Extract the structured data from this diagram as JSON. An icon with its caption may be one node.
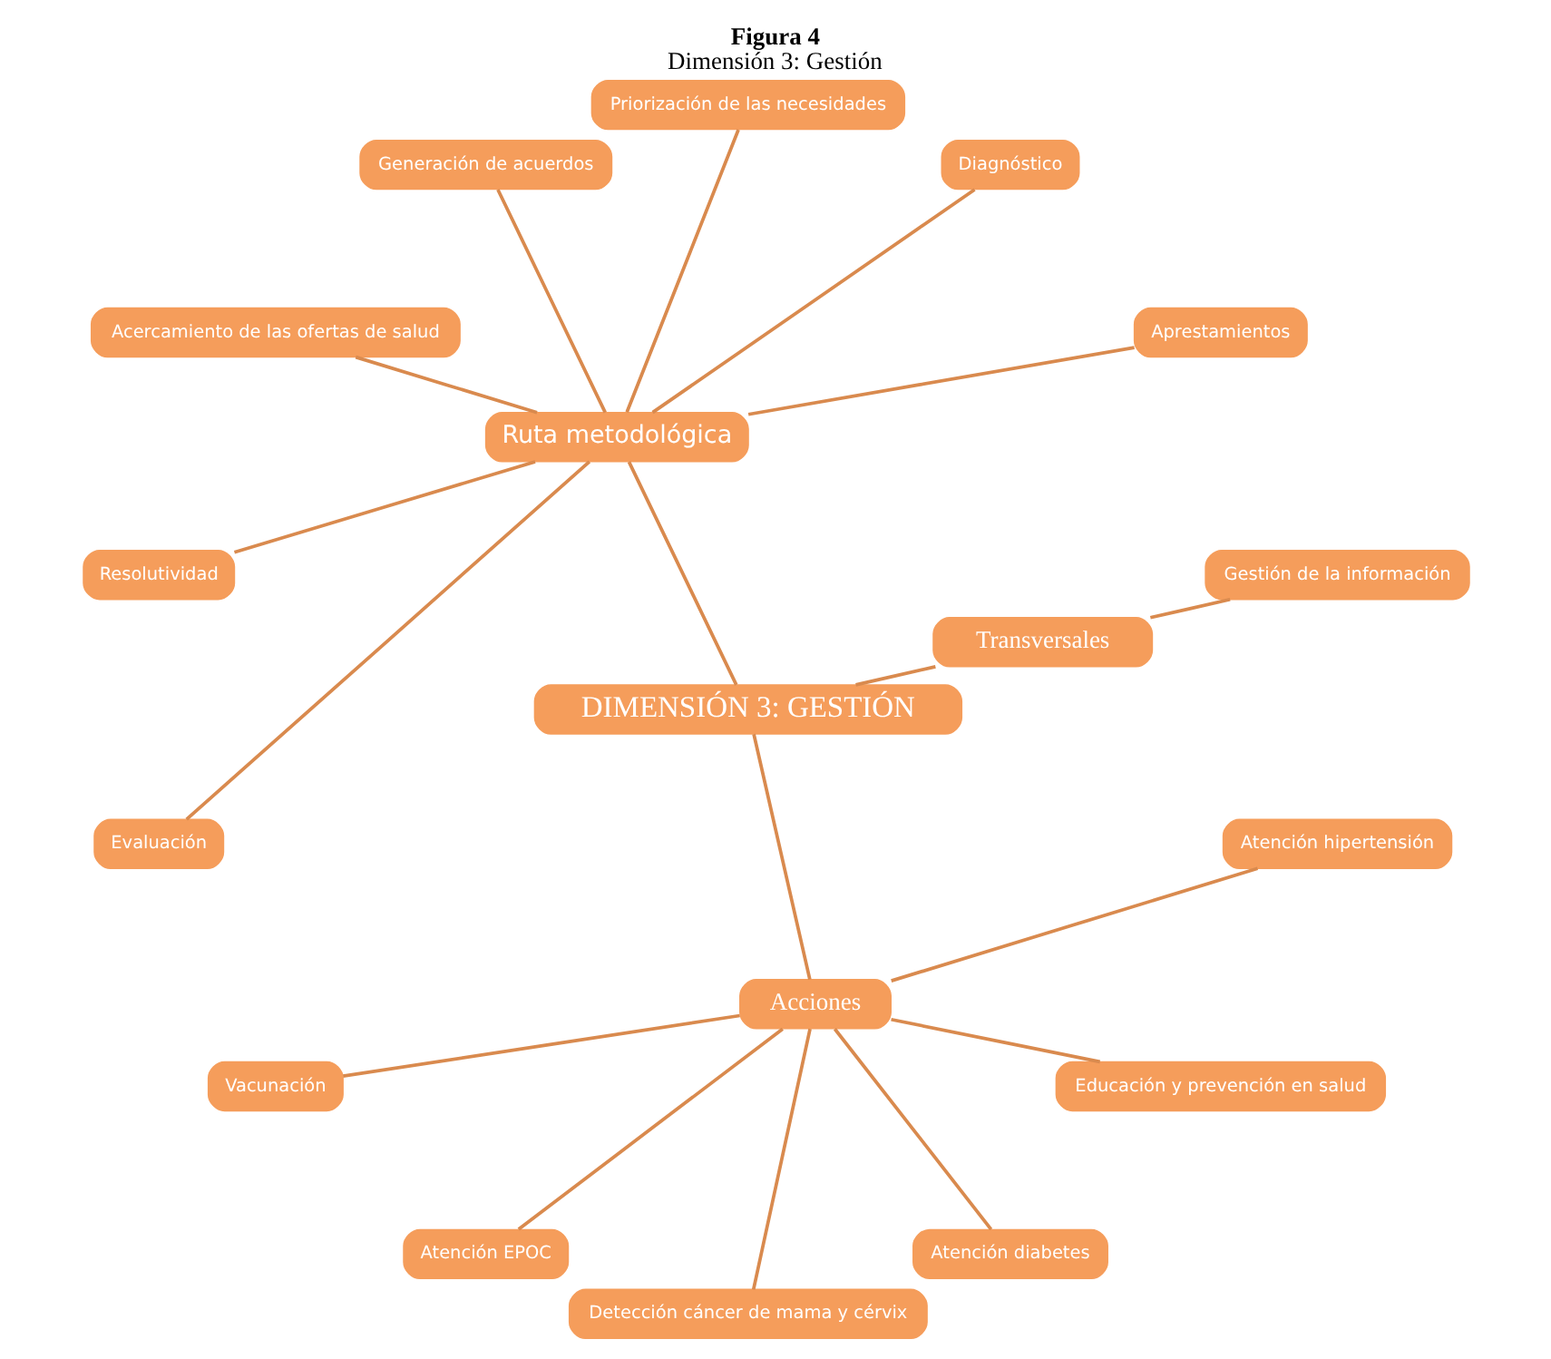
{
  "diagram": {
    "title": "Figura 4",
    "caption": "Dimensión 3: Gestión",
    "nodes": [
      {
        "text": [
          "DIMENSIÓN 3: GESTIÓN"
        ]
      },
      {
        "text": [
          "Acciones"
        ]
      },
      {
        "text": [
          "Vacunación"
        ]
      },
      {
        "text": [
          "Atención EPOC"
        ]
      },
      {
        "text": [
          "Detección cáncer de mama y cérvix"
        ]
      },
      {
        "text": [
          "Atención diabetes"
        ]
      },
      {
        "text": [
          "Educación y prevención en salud"
        ]
      },
      {
        "text": [
          "Atención hipertensión"
        ]
      },
      {
        "text": [
          "Transversales"
        ]
      },
      {
        "text": [
          "Gestión de la información"
        ]
      },
      {
        "text": [
          "Ruta metodológica"
        ]
      },
      {
        "text": [
          "Aprestamientos"
        ]
      },
      {
        "text": [
          "Diagnóstico"
        ]
      },
      {
        "text": [
          "Priorización de las necesidades"
        ]
      },
      {
        "text": [
          "Generación de acuerdos"
        ]
      },
      {
        "text": [
          "Acercamiento de las ofertas de salud"
        ]
      },
      {
        "text": [
          "Resolutividad"
        ]
      },
      {
        "text": [
          "Evaluación"
        ]
      }
    ],
    "edges": [
      {
        "from": 1,
        "to": 0,
        "arrow": "none"
      },
      {
        "from": 1,
        "to": 2,
        "arrow": "none"
      },
      {
        "from": 1,
        "to": 3,
        "arrow": "none"
      },
      {
        "from": 1,
        "to": 4,
        "arrow": "none"
      },
      {
        "from": 1,
        "to": 5,
        "arrow": "none"
      },
      {
        "from": 1,
        "to": 6,
        "arrow": "none"
      },
      {
        "from": 1,
        "to": 7,
        "arrow": "none"
      },
      {
        "from": 0,
        "to": 8,
        "arrow": "none"
      },
      {
        "from": 8,
        "to": 9,
        "arrow": "none"
      },
      {
        "from": 0,
        "to": 10,
        "arrow": "none"
      },
      {
        "from": 10,
        "to": 11,
        "arrow": "none"
      },
      {
        "from": 10,
        "to": 12,
        "arrow": "none"
      },
      {
        "from": 10,
        "to": 13,
        "arrow": "none"
      },
      {
        "from": 10,
        "to": 14,
        "arrow": "none"
      },
      {
        "from": 10,
        "to": 15,
        "arrow": "none"
      },
      {
        "from": 10,
        "to": 16,
        "arrow": "none"
      },
      {
        "from": 10,
        "to": 17,
        "arrow": "none"
      }
    ]
  }
}
